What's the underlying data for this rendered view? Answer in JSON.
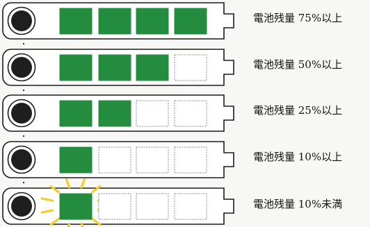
{
  "legend": {
    "rows": [
      {
        "label": "電池残量 75%以上",
        "segments_lit": 4,
        "segments_total": 4,
        "warning": false
      },
      {
        "label": "電池残量 50%以上",
        "segments_lit": 3,
        "segments_total": 4,
        "warning": false
      },
      {
        "label": "電池残量 25%以上",
        "segments_lit": 2,
        "segments_total": 4,
        "warning": false
      },
      {
        "label": "電池残量 10%以上",
        "segments_lit": 1,
        "segments_total": 4,
        "warning": false
      },
      {
        "label": "電池残量 10%未満",
        "segments_lit": 1,
        "segments_total": 4,
        "warning": true
      }
    ]
  },
  "colors": {
    "segment_lit": "#238c3f",
    "segment_empty": "#ffffff",
    "segment_empty_border": "#8a8a8a",
    "outline": "#1a1a1a",
    "button_fill": "#1f1f1f",
    "warning_flash": "#f3cd2a"
  }
}
